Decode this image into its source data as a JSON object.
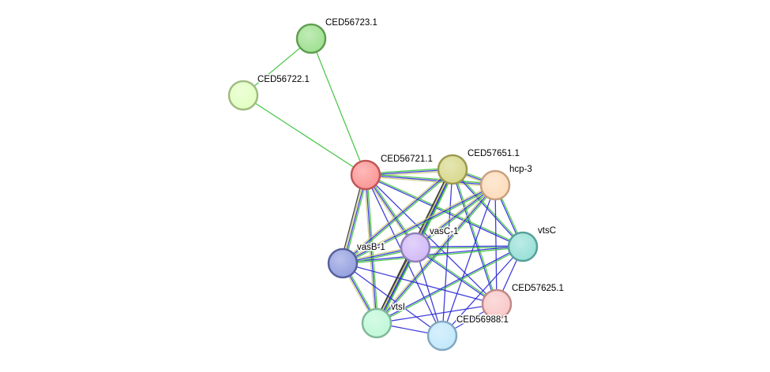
{
  "network": {
    "nodes": [
      {
        "id": "CED56723.1",
        "label": "CED56723.1",
        "fill": "#9fe090",
        "stroke": "#5e9e50"
      },
      {
        "id": "CED56722.1",
        "label": "CED56722.1",
        "fill": "#e2ffc2",
        "stroke": "#a0bb80"
      },
      {
        "id": "CED56721.1",
        "label": "CED56721.1",
        "fill": "#fc9595",
        "stroke": "#c05555"
      },
      {
        "id": "CED57651.1",
        "label": "CED57651.1",
        "fill": "#d8d88c",
        "stroke": "#9a9a50"
      },
      {
        "id": "hcp-3",
        "label": "hcp-3",
        "fill": "#fddcbb",
        "stroke": "#c9a07d"
      },
      {
        "id": "vtsC",
        "label": "vtsC",
        "fill": "#98e0d8",
        "stroke": "#56a098"
      },
      {
        "id": "vasC-1",
        "label": "vasC-1",
        "fill": "#d2baf8",
        "stroke": "#9080b8"
      },
      {
        "id": "vasB-1",
        "label": "vasB-1",
        "fill": "#94a0e0",
        "stroke": "#56609c"
      },
      {
        "id": "CED57625.1",
        "label": "CED57625.1",
        "fill": "#f9c8c8",
        "stroke": "#c08888"
      },
      {
        "id": "vtsI",
        "label": "vtsI",
        "fill": "#bff8d8",
        "stroke": "#80b898"
      },
      {
        "id": "CED56988.1",
        "label": "CED56988.1",
        "fill": "#c2e8fb",
        "stroke": "#82a8c0"
      }
    ],
    "edges": [
      {
        "source": "CED56723.1",
        "target": "CED56722.1",
        "channels": [
          "green"
        ]
      },
      {
        "source": "CED56723.1",
        "target": "CED56721.1",
        "channels": [
          "green"
        ]
      },
      {
        "source": "CED56722.1",
        "target": "CED56721.1",
        "channels": [
          "green"
        ]
      },
      {
        "source": "CED56721.1",
        "target": "CED57651.1",
        "channels": [
          "green",
          "blue",
          "yellow"
        ]
      },
      {
        "source": "CED56721.1",
        "target": "hcp-3",
        "channels": [
          "green",
          "blue",
          "yellow"
        ]
      },
      {
        "source": "CED56721.1",
        "target": "vtsC",
        "channels": [
          "green",
          "blue"
        ]
      },
      {
        "source": "CED56721.1",
        "target": "vasC-1",
        "channels": [
          "green",
          "blue",
          "yellow"
        ]
      },
      {
        "source": "CED56721.1",
        "target": "vasB-1",
        "channels": [
          "green",
          "blue",
          "yellow",
          "black"
        ]
      },
      {
        "source": "CED56721.1",
        "target": "CED57625.1",
        "channels": [
          "blue"
        ]
      },
      {
        "source": "CED56721.1",
        "target": "vtsI",
        "channels": [
          "green",
          "blue",
          "yellow"
        ]
      },
      {
        "source": "CED56721.1",
        "target": "CED56988.1",
        "channels": [
          "blue"
        ]
      },
      {
        "source": "CED57651.1",
        "target": "hcp-3",
        "channels": [
          "green",
          "blue",
          "yellow"
        ]
      },
      {
        "source": "CED57651.1",
        "target": "vtsC",
        "channels": [
          "green",
          "blue"
        ]
      },
      {
        "source": "CED57651.1",
        "target": "vasC-1",
        "channels": [
          "green",
          "blue",
          "yellow",
          "black"
        ]
      },
      {
        "source": "CED57651.1",
        "target": "vasB-1",
        "channels": [
          "green",
          "blue",
          "yellow"
        ]
      },
      {
        "source": "CED57651.1",
        "target": "CED57625.1",
        "channels": [
          "green",
          "blue"
        ]
      },
      {
        "source": "CED57651.1",
        "target": "vtsI",
        "channels": [
          "green",
          "blue",
          "yellow",
          "black"
        ]
      },
      {
        "source": "CED57651.1",
        "target": "CED56988.1",
        "channels": [
          "blue"
        ]
      },
      {
        "source": "hcp-3",
        "target": "vtsC",
        "channels": [
          "green",
          "blue"
        ]
      },
      {
        "source": "hcp-3",
        "target": "vasC-1",
        "channels": [
          "green",
          "blue",
          "yellow"
        ]
      },
      {
        "source": "hcp-3",
        "target": "vasB-1",
        "channels": [
          "green",
          "blue",
          "yellow"
        ]
      },
      {
        "source": "hcp-3",
        "target": "CED57625.1",
        "channels": [
          "blue"
        ]
      },
      {
        "source": "hcp-3",
        "target": "vtsI",
        "channels": [
          "green",
          "blue",
          "yellow"
        ]
      },
      {
        "source": "hcp-3",
        "target": "CED56988.1",
        "channels": [
          "blue"
        ]
      },
      {
        "source": "vtsC",
        "target": "vasC-1",
        "channels": [
          "green",
          "blue"
        ]
      },
      {
        "source": "vtsC",
        "target": "vasB-1",
        "channels": [
          "green",
          "blue"
        ]
      },
      {
        "source": "vtsC",
        "target": "CED57625.1",
        "channels": [
          "blue"
        ]
      },
      {
        "source": "vtsC",
        "target": "vtsI",
        "channels": [
          "green",
          "blue"
        ]
      },
      {
        "source": "vtsC",
        "target": "CED56988.1",
        "channels": [
          "blue"
        ]
      },
      {
        "source": "vasC-1",
        "target": "vasB-1",
        "channels": [
          "green",
          "blue",
          "yellow"
        ]
      },
      {
        "source": "vasC-1",
        "target": "CED57625.1",
        "channels": [
          "green",
          "blue"
        ]
      },
      {
        "source": "vasC-1",
        "target": "vtsI",
        "channels": [
          "green",
          "blue",
          "yellow",
          "black"
        ]
      },
      {
        "source": "vasC-1",
        "target": "CED56988.1",
        "channels": [
          "blue"
        ]
      },
      {
        "source": "vasB-1",
        "target": "CED57625.1",
        "channels": [
          "blue"
        ]
      },
      {
        "source": "vasB-1",
        "target": "vtsI",
        "channels": [
          "green",
          "blue",
          "yellow"
        ]
      },
      {
        "source": "vasB-1",
        "target": "CED56988.1",
        "channels": [
          "blue"
        ]
      },
      {
        "source": "CED57625.1",
        "target": "vtsI",
        "channels": [
          "blue"
        ]
      },
      {
        "source": "CED57625.1",
        "target": "CED56988.1",
        "channels": [
          "blue"
        ]
      },
      {
        "source": "vtsI",
        "target": "CED56988.1",
        "channels": [
          "blue"
        ]
      }
    ]
  },
  "colors": {
    "edge_green": "#3cc23c",
    "edge_blue": "#2a2ad6",
    "edge_yellow": "#c8c870",
    "edge_black": "#303030"
  }
}
